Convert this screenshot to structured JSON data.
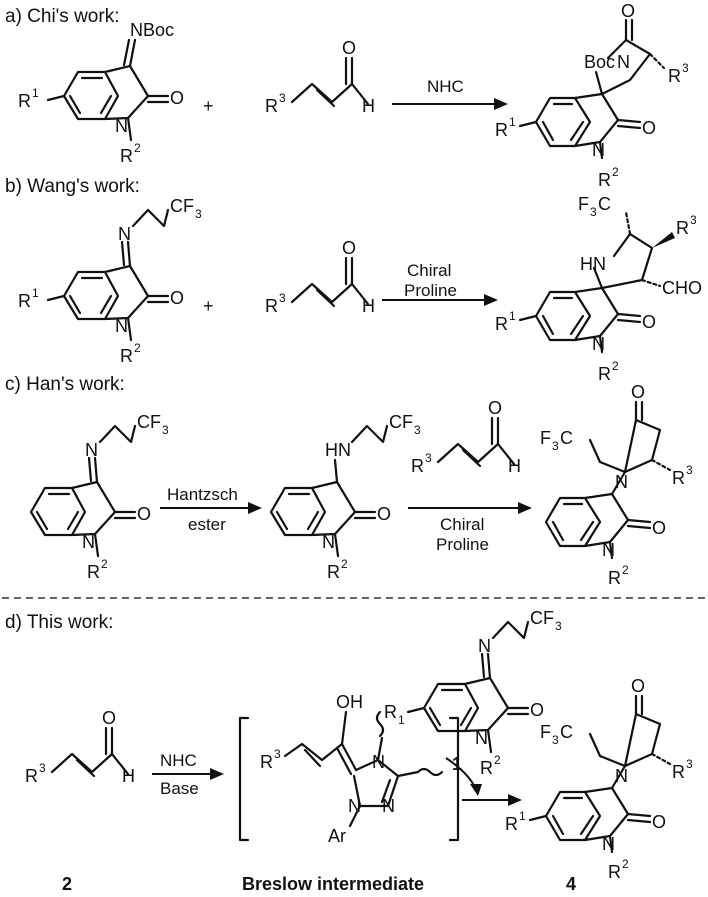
{
  "sections": {
    "a": {
      "header": "a) Chi's work:",
      "reagent": "NHC"
    },
    "b": {
      "header": "b) Wang's work:",
      "reagent_line1": "Chiral",
      "reagent_line2": "Proline"
    },
    "c": {
      "header": "c) Han's work:",
      "reagent1_line1": "Hantzsch",
      "reagent1_line2": "ester",
      "reagent2_line1": "Chiral",
      "reagent2_line2": "Proline"
    },
    "d": {
      "header": "d) This work:",
      "reagent_line1": "NHC",
      "reagent_line2": "Base"
    }
  },
  "atoms": {
    "nboc": "NBoc",
    "boc": "Boc",
    "o": "O",
    "n": "N",
    "h": "H",
    "hn": "HN",
    "r": "R",
    "sup1": "1",
    "sup2": "2",
    "sup3": "3",
    "sub1": "1",
    "sub3": "3",
    "cf": "CF",
    "f": "F",
    "c": "C",
    "cho": "CHO",
    "oh": "OH",
    "ar": "Ar",
    "plus": "+"
  },
  "labels": {
    "compound1": "1",
    "compound2": "2",
    "compound4": "4",
    "breslow": "Breslow intermediate"
  }
}
